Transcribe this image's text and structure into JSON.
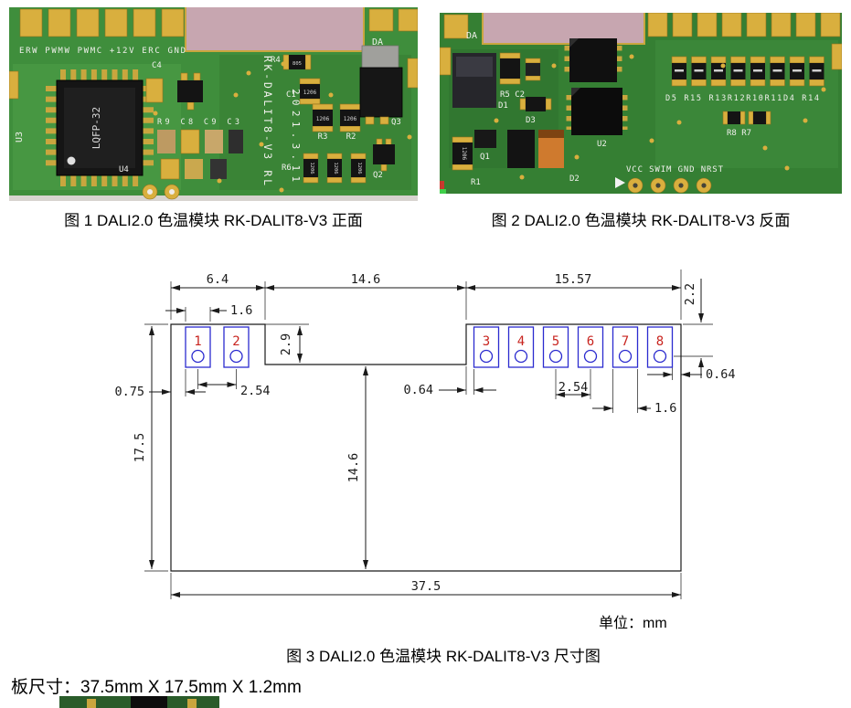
{
  "fig1": {
    "caption": "图 1 DALI2.0 色温模块 RK-DALIT8-V3  正面",
    "silkscreen": {
      "pin_labels": "ERW PWMW PWMC +12V ERC  GND",
      "da": "DA",
      "chip": "LQFP-32",
      "u3": "U3",
      "u4": "U4",
      "c4": "C4",
      "r9_row": "R9 C8 C9 C3",
      "r4": "R4",
      "c1": "C1",
      "r3": "R3",
      "r2": "R2",
      "q3": "Q3",
      "r6": "R6",
      "q2": "Q2",
      "board_ver": "RK-DALIT8-V3 RL",
      "board_date": "2021.3.11",
      "smd_1206": "1206",
      "smd_805": "805"
    }
  },
  "fig2": {
    "caption": "图 2 DALI2.0 色温模块 RK-DALIT8-V3  反面",
    "silkscreen": {
      "da": "DA",
      "r5c2": "R5 C2",
      "d1": "D1",
      "d3": "D3",
      "u2": "U2",
      "q1": "Q1",
      "r1": "R1",
      "d2": "D2",
      "res_row": "D5 R15 R13R12R10R11D4 R14",
      "r8r7": "R8 R7",
      "prog_pads": "VCC SWIM GND NRST",
      "smd_1206": "1206"
    }
  },
  "fig3": {
    "caption": "图 3 DALI2.0 色温模块 RK-DALIT8-V3  尺寸图",
    "unit_label": "单位：mm",
    "pad_numbers": [
      "1",
      "2",
      "3",
      "4",
      "5",
      "6",
      "7",
      "8"
    ],
    "dimensions": {
      "top_left_width": "6.4",
      "notch_width": "14.6",
      "top_right_width": "15.57",
      "pad_top_offset": "2.2",
      "pad_width_left": "1.6",
      "notch_depth": "2.9",
      "left_edge_to_pad": "0.75",
      "pad_pitch_left": "2.54",
      "notch_to_pad": "0.64",
      "pad_pitch_right": "2.54",
      "pad_edge_offset": "0.64",
      "pad_width_right": "1.6",
      "board_height": "17.5",
      "notch_height": "14.6",
      "board_width": "37.5"
    }
  },
  "footer": {
    "board_size": "板尺寸：37.5mm X 17.5mm X 1.2mm"
  }
}
